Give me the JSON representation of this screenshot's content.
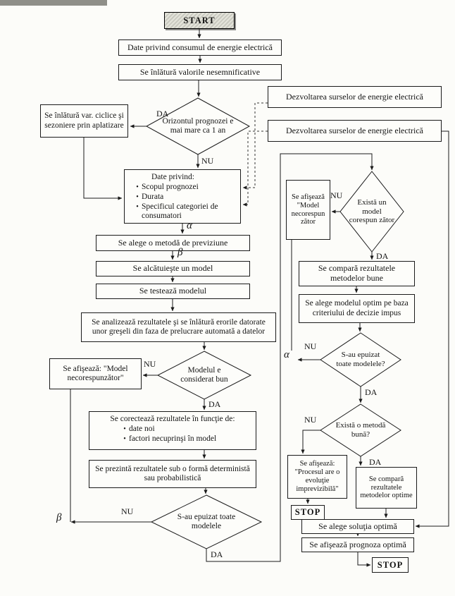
{
  "colors": {
    "ink": "#1a1a1a",
    "paper": "#fcfcf9",
    "start_fill": "#d6d6cc"
  },
  "labels": {
    "da": "DA",
    "nu": "NU",
    "alpha": "α",
    "beta": "β",
    "bullet": "•"
  },
  "terminals": {
    "start": "START",
    "stop1": "STOP",
    "stop2": "STOP"
  },
  "boxes": {
    "date_consum": "Date privind consumul de energie electrică",
    "inlatura_valori": "Se înlătură valorile nesemnificative",
    "aplatizare": "Se înlătură var. ciclice şi sezoniere prin aplatizare",
    "dezvoltare1": "Dezvoltarea surselor de energie electrică",
    "dezvoltare2": "Dezvoltarea surselor de energie electrică",
    "date_privind": {
      "title": "Date privind:",
      "items": [
        "Scopul prognozei",
        "Durata",
        "Specificul categoriei de consumatori"
      ]
    },
    "alege_metoda": "Se alege o metodă de previziune",
    "alcatuieste_model": "Se alcătuieşte un model",
    "testeaza_model": "Se testează modelul",
    "analizeaza": "Se analizează rezultatele şi se înlătură erorile datorate unor greşeli din faza de prelucrare automată a datelor",
    "afiseaza_model_necorespunzator": "Se afişează: \"Model necorespunzător\"",
    "corecteaza": {
      "title": "Se corectează rezultatele în funcţie de:",
      "items": [
        "date noi",
        "factori necuprinşi în model"
      ]
    },
    "prezinta": "Se prezintă rezultatele sub o formă deterministă sau probabilistică",
    "afiseaza_model_necorespunzator2": "Se afişează \"Model necorespun zător",
    "compara_bune": "Se compară rezultatele metodelor bune",
    "alege_optim": "Se alege modelul optim pe baza criteriului de decizie impus",
    "afiseaza_proces": "Se afişează: \"Procesul are o evoluţie imprevizibilă\"",
    "compara_optime": "Se compară rezultatele metodelor optime",
    "alege_solutia": "Se alege soluţia optimă",
    "afiseaza_prognoza": "Se afişează prognoza optimă"
  },
  "decisions": {
    "orizont": "Orizontul prognozei e mai mare ca 1 an",
    "model_bun": "Modelul e considerat bun",
    "epuizat_modele": "S-au epuizat toate modelele",
    "exista_model": "Există un model corespun zător",
    "epuizat_modele2": "S-au epuizat toate modelele?",
    "exista_metoda": "Există o metodă bună?"
  }
}
